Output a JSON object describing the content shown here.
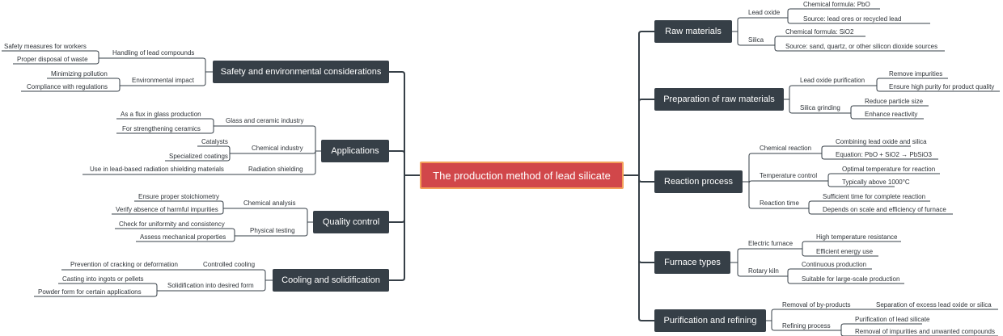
{
  "root": "The production method of lead silicate",
  "right": [
    {
      "label": "Raw materials",
      "children": [
        {
          "label": "Lead oxide",
          "children": [
            "Chemical formula: PbO",
            "Source: lead ores or recycled lead"
          ]
        },
        {
          "label": "Silica",
          "children": [
            "Chemical formula: SiO2",
            "Source: sand, quartz, or other silicon dioxide sources"
          ]
        }
      ]
    },
    {
      "label": "Preparation of raw materials",
      "children": [
        {
          "label": "Lead oxide purification",
          "children": [
            "Remove impurities",
            "Ensure high purity for product quality"
          ]
        },
        {
          "label": "Silica grinding",
          "children": [
            "Reduce particle size",
            "Enhance reactivity"
          ]
        }
      ]
    },
    {
      "label": "Reaction process",
      "children": [
        {
          "label": "Chemical reaction",
          "children": [
            "Combining lead oxide and silica",
            "Equation: PbO + SiO2 → PbSiO3"
          ]
        },
        {
          "label": "Temperature control",
          "children": [
            "Optimal temperature for reaction",
            "Typically above 1000°C"
          ]
        },
        {
          "label": "Reaction time",
          "children": [
            "Sufficient time for complete reaction",
            "Depends on scale and efficiency of furnace"
          ]
        }
      ]
    },
    {
      "label": "Furnace types",
      "children": [
        {
          "label": "Electric furnace",
          "children": [
            "High temperature resistance",
            "Efficient energy use"
          ]
        },
        {
          "label": "Rotary kiln",
          "children": [
            "Continuous production",
            "Suitable for large-scale production"
          ]
        }
      ]
    },
    {
      "label": "Purification and refining",
      "children": [
        {
          "label": "Removal of by-products",
          "children": [
            "Separation of excess lead oxide or silica"
          ]
        },
        {
          "label": "Refining process",
          "children": [
            "Purification of lead silicate",
            "Removal of impurities and unwanted compounds"
          ]
        }
      ]
    }
  ],
  "left": [
    {
      "label": "Safety and environmental considerations",
      "children": [
        {
          "label": "Handling of lead compounds",
          "children": [
            "Safety measures for workers",
            "Proper disposal of waste"
          ]
        },
        {
          "label": "Environmental impact",
          "children": [
            "Minimizing pollution",
            "Compliance with regulations"
          ]
        }
      ]
    },
    {
      "label": "Applications",
      "children": [
        {
          "label": "Glass and ceramic industry",
          "children": [
            "As a flux in glass production",
            "For strengthening ceramics"
          ]
        },
        {
          "label": "Chemical industry",
          "children": [
            "Catalysts",
            "Specialized coatings"
          ]
        },
        {
          "label": "Radiation shielding",
          "children": [
            "Use in lead-based radiation shielding materials"
          ]
        }
      ]
    },
    {
      "label": "Quality control",
      "children": [
        {
          "label": "Chemical analysis",
          "children": [
            "Ensure proper stoichiometry",
            "Verify absence of harmful impurities"
          ]
        },
        {
          "label": "Physical testing",
          "children": [
            "Check for uniformity and consistency",
            "Assess mechanical properties"
          ]
        }
      ]
    },
    {
      "label": "Cooling and solidification",
      "children": [
        {
          "label": "Controlled cooling",
          "children": [
            "Prevention of cracking or deformation"
          ]
        },
        {
          "label": "Solidification into desired form",
          "children": [
            "Casting into ingots or pellets",
            "Powder form for certain applications"
          ]
        }
      ]
    }
  ],
  "colors": {
    "root_fill": "#d1474a",
    "root_border": "#f4a15a",
    "branch_fill": "#363f47",
    "line": "#363f47"
  }
}
